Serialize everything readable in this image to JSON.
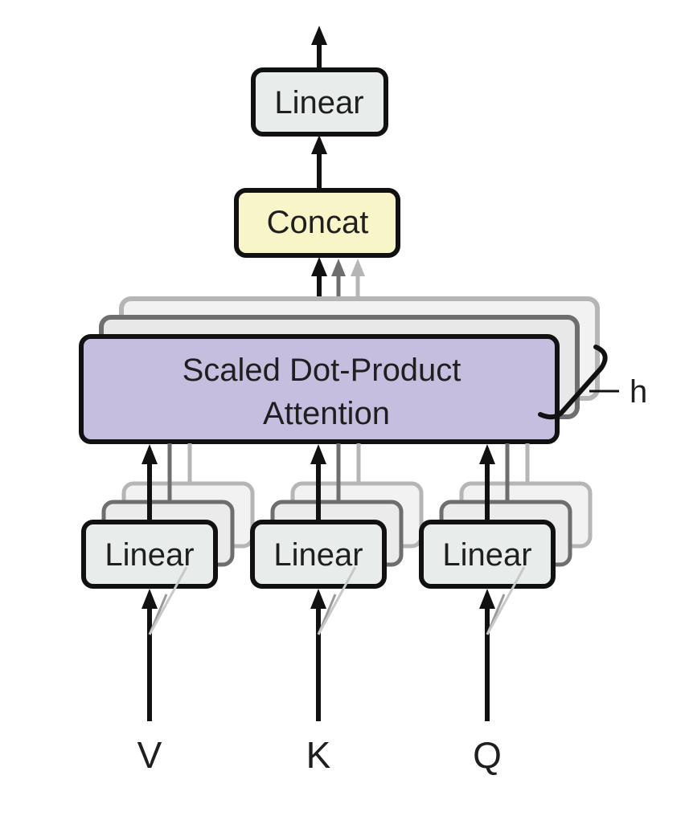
{
  "diagram": {
    "top_linear": {
      "label": "Linear",
      "fill": "#e8ecea"
    },
    "concat": {
      "label": "Concat",
      "fill": "#f8f6c8"
    },
    "attention": {
      "line1": "Scaled Dot-Product",
      "line2": "Attention",
      "fill": "#c6bede"
    },
    "heads_label": "h",
    "branches": [
      {
        "input": "V",
        "linear_label": "Linear"
      },
      {
        "input": "K",
        "linear_label": "Linear"
      },
      {
        "input": "Q",
        "linear_label": "Linear"
      }
    ],
    "colors": {
      "stroke": "#111111",
      "linear_fill": "#e8ecea",
      "ghost_mid": "#6e6e6e",
      "ghost_light": "#b5b5b5"
    }
  }
}
